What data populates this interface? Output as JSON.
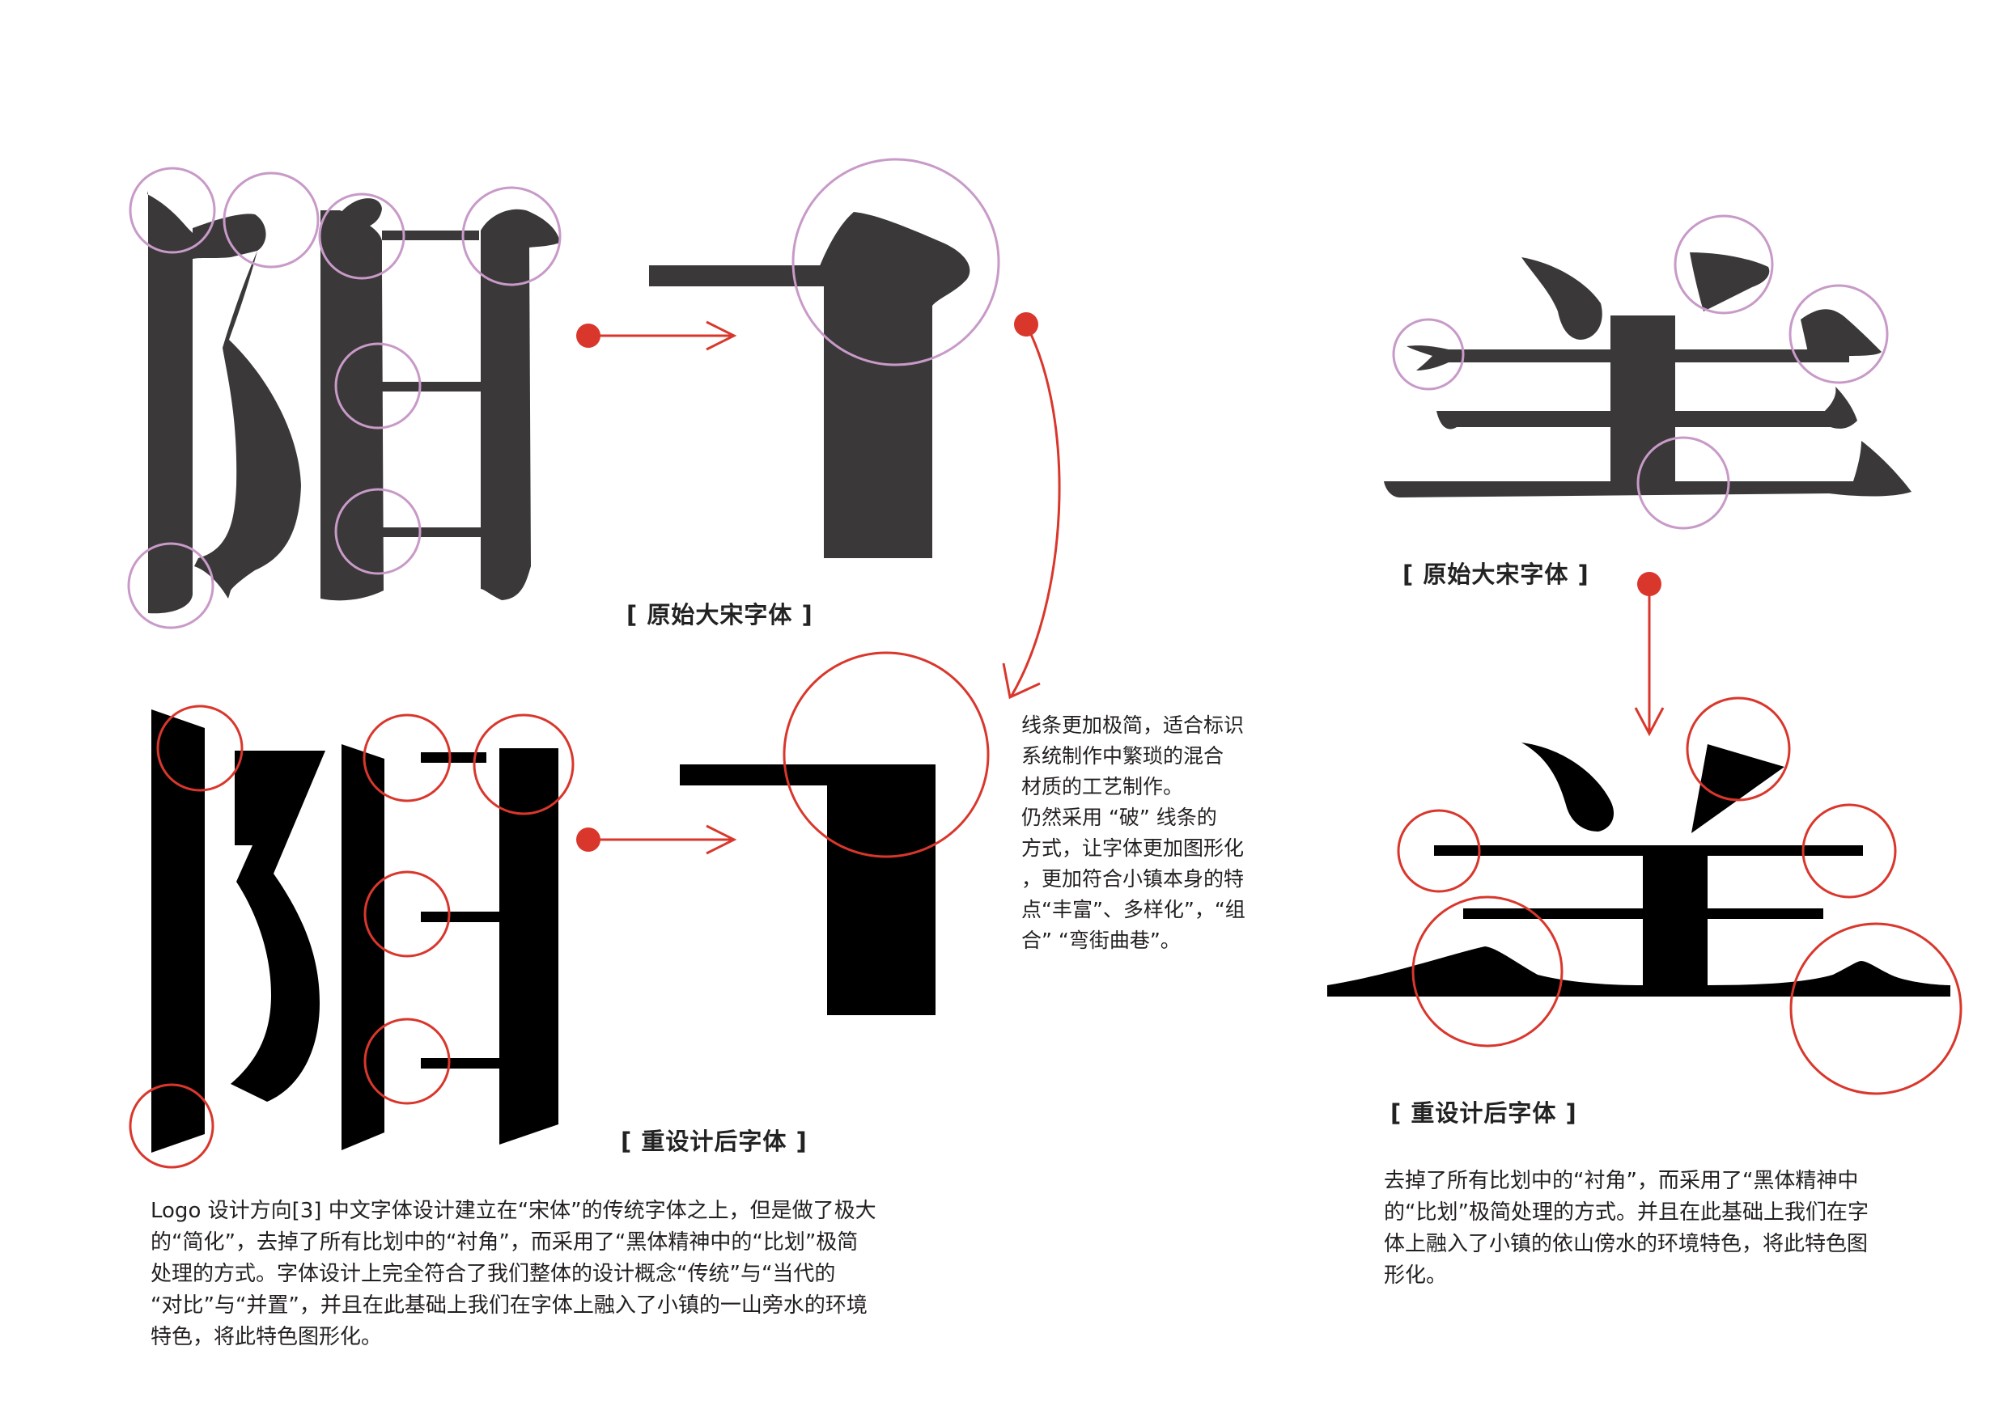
{
  "colors": {
    "original_glyph": "#3a3839",
    "redesigned_glyph": "#000000",
    "callout_original": "#c89ac8",
    "callout_redesigned": "#d9372c",
    "arrow": "#d9372c",
    "text": "#231f20"
  },
  "captions": {
    "left_original": "[ 原始大宋字体 ]",
    "left_redesigned": "[ 重设计后字体 ]",
    "right_original": "[ 原始大宋字体 ]",
    "right_redesigned": "[ 重设计后字体 ]"
  },
  "side_note": {
    "lines": [
      "线条更加极简，适合标识",
      "系统制作中繁琐的混合",
      "材质的工艺制作。",
      "仍然采用 “破” 线条的",
      "方式，让字体更加图形化",
      "，更加符合小镇本身的特",
      "点“丰富”、多样化”，“组",
      "合” “弯街曲巷”。"
    ]
  },
  "left_description": {
    "lines": [
      "Logo 设计方向[3] 中文字体设计建立在“宋体”的传统字体之上，但是做了极大",
      "的“简化”，去掉了所有比划中的“衬角”，而采用了“黑体精神中的“比划”极简",
      "处理的方式。字体设计上完全符合了我们整体的设计概念“传统”与“当代的",
      "“对比”与“并置”，并且在此基础上我们在字体上融入了小镇的一山旁水的环境",
      "特色，将此特色图形化。"
    ]
  },
  "right_description": {
    "lines": [
      "去掉了所有比划中的“衬角”，而采用了“黑体精神中",
      "的“比划”极简处理的方式。并且在此基础上我们在字",
      "体上融入了小镇的依山傍水的环境特色，将此特色图",
      "形化。"
    ]
  }
}
